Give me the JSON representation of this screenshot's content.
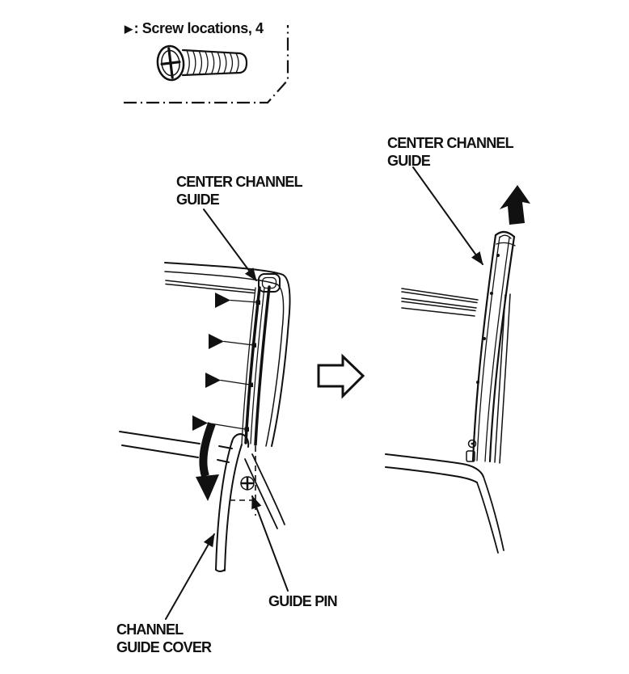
{
  "colors": {
    "ink": "#111111",
    "background": "#ffffff"
  },
  "legend": {
    "marker": "▶",
    "text": ": Screw locations, 4",
    "icon": "flat-head-phillips-screw-icon"
  },
  "labels": {
    "left_center_channel_guide": "CENTER CHANNEL\nGUIDE",
    "right_center_channel_guide": "CENTER CHANNEL\nGUIDE",
    "channel_guide_cover": "CHANNEL\nGUIDE COVER",
    "guide_pin": "GUIDE PIN"
  },
  "icons": {
    "screw_location_marker": "solid-right-triangle",
    "transition_arrow": "hollow-right-arrow",
    "rotate_cover_arrow": "thick-curved-down-arrow",
    "lift_guide_arrow": "solid-up-arrow"
  }
}
